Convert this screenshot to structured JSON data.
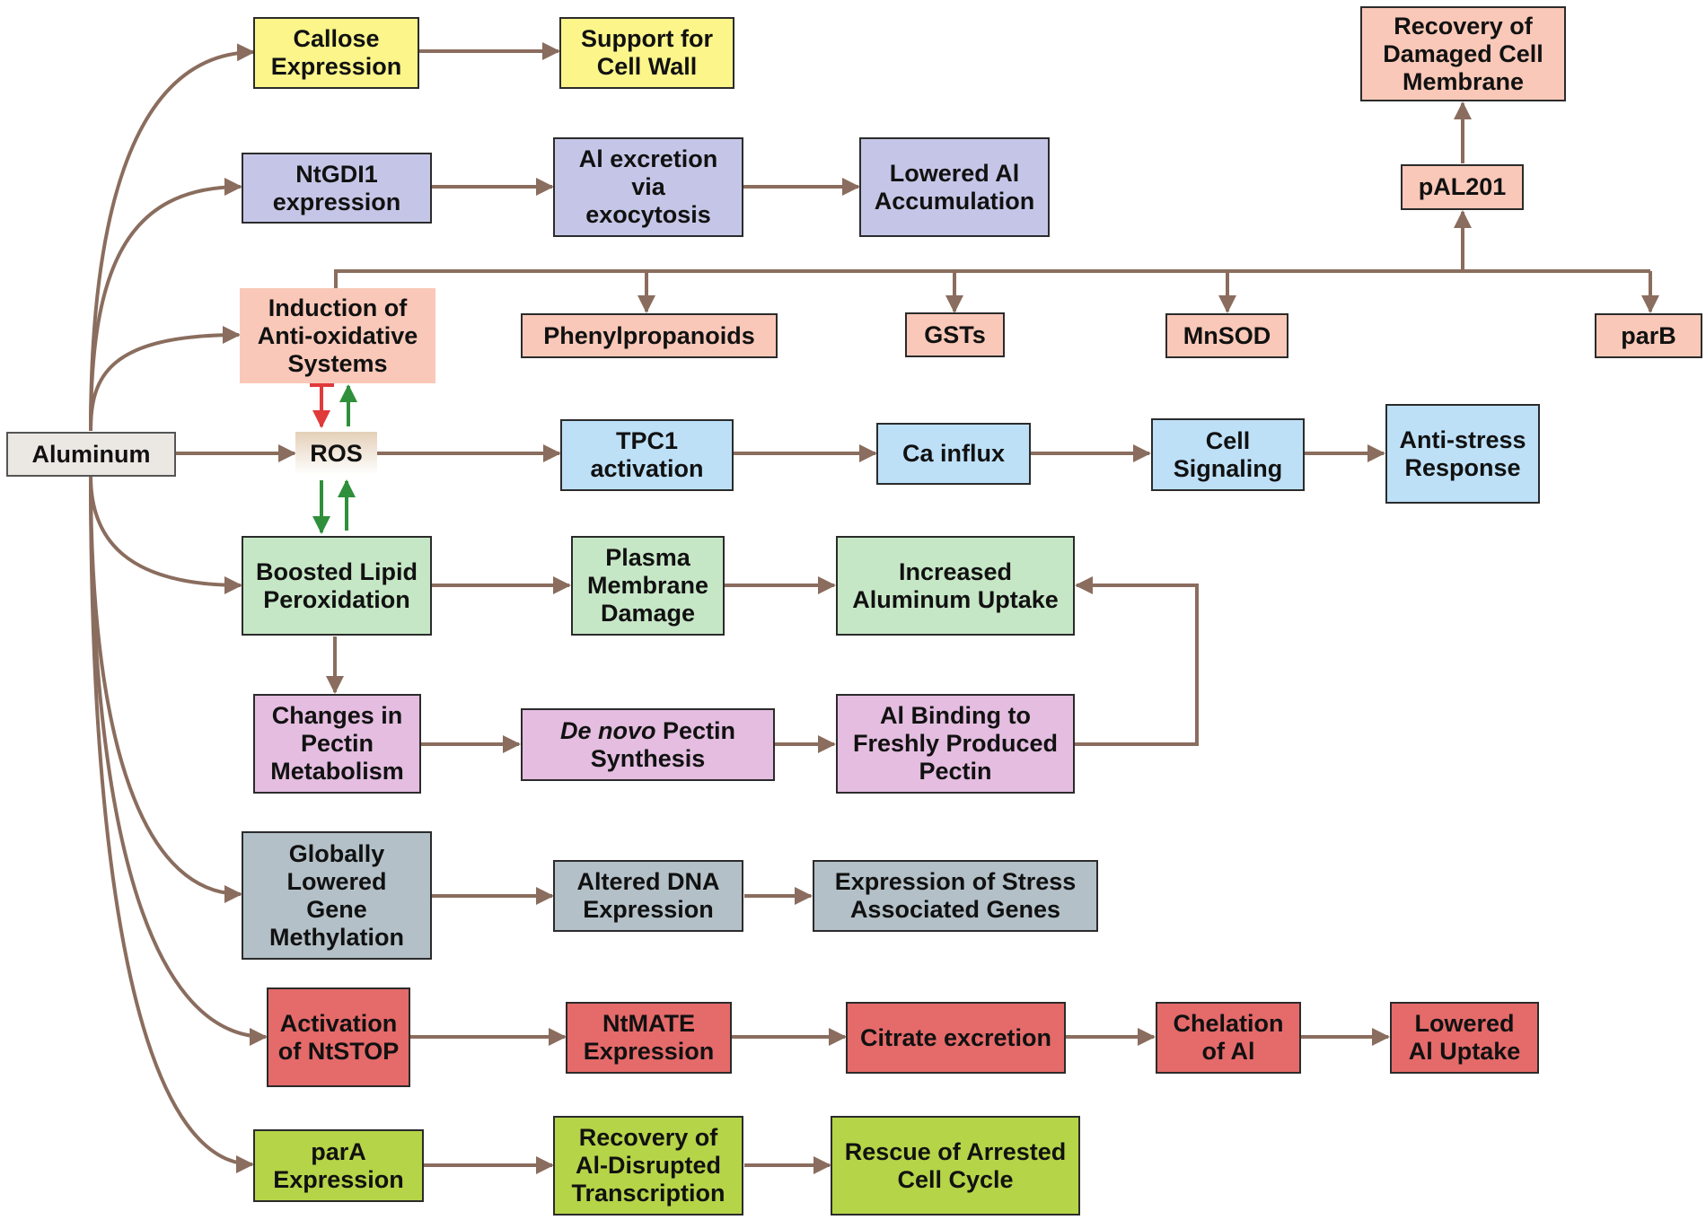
{
  "nodes": {
    "aluminum": "Aluminum",
    "ros": "ROS",
    "callose": "Callose\nExpression",
    "support_cell_wall": "Support for\nCell Wall",
    "ntgdi1": "NtGDI1\nexpression",
    "al_excretion": "Al excretion\nvia\nexocytosis",
    "lowered_al_accumulation": "Lowered Al\nAccumulation",
    "recovery_membrane": "Recovery of\nDamaged Cell\nMembrane",
    "pal201": "pAL201",
    "induction_antioxidative": "Induction of\nAnti-oxidative\nSystems",
    "phenylpropanoids": "Phenylpropanoids",
    "gsts": "GSTs",
    "mnsod": "MnSOD",
    "parb": "parB",
    "tpc1": "TPC1\nactivation",
    "ca_influx": "Ca influx",
    "cell_signaling": "Cell\nSignaling",
    "anti_stress": "Anti-stress\nResponse",
    "lipid_peroxidation": "Boosted Lipid\nPeroxidation",
    "membrane_damage": "Plasma\nMembrane\nDamage",
    "increased_uptake": "Increased\nAluminum Uptake",
    "pectin_metabolism": "Changes in\nPectin\nMetabolism",
    "de_novo_italic": "De novo",
    "de_novo_rest": " Pectin\nSynthesis",
    "al_binding": "Al Binding to\nFreshly Produced\nPectin",
    "methylation": "Globally\nLowered\nGene\nMethylation",
    "altered_dna": "Altered DNA\nExpression",
    "stress_genes": "Expression of Stress\nAssociated Genes",
    "ntstop": "Activation\nof NtSTOP",
    "ntmate": "NtMATE\nExpression",
    "citrate": "Citrate excretion",
    "chelation": "Chelation\nof Al",
    "lowered_uptake": "Lowered\nAl Uptake",
    "para": "parA\nExpression",
    "recovery_transcription": "Recovery of\nAl-Disrupted\nTranscription",
    "rescue_cell_cycle": "Rescue of Arrested\nCell Cycle"
  },
  "colors": {
    "edge": "#8a6d5e",
    "inhibit": "#e03a3a",
    "promote": "#2f8f3a"
  }
}
